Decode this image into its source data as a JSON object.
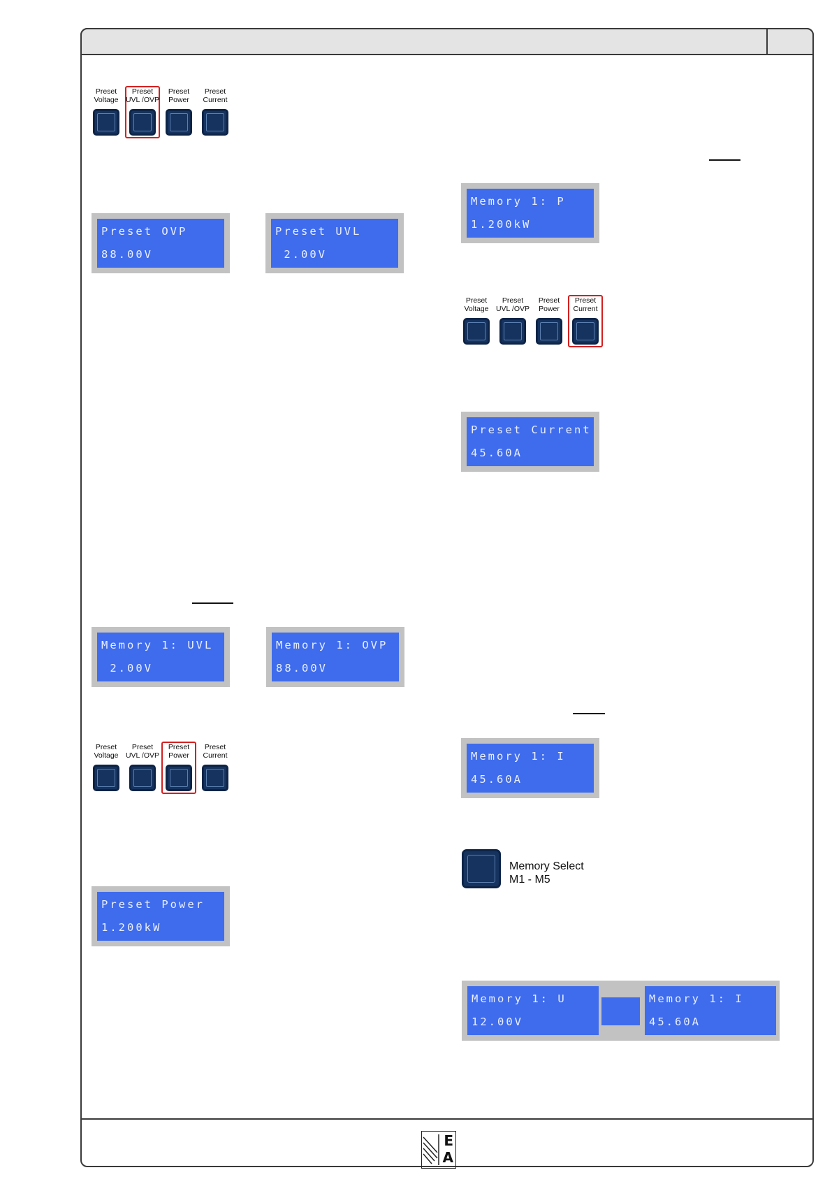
{
  "keys": {
    "voltage": "Preset\nVoltage",
    "uvl_ovp": "Preset\nUVL /OVP",
    "power": "Preset\nPower",
    "current": "Preset\nCurrent"
  },
  "lcds": {
    "preset_ovp": {
      "line1": "Preset OVP",
      "line2": "88.00V"
    },
    "preset_uvl": {
      "line1": "Preset UVL",
      "line2": " 2.00V"
    },
    "memory_p": {
      "line1": "Memory 1: P",
      "line2": "1.200kW"
    },
    "preset_current": {
      "line1": "Preset Current",
      "line2": "45.60A"
    },
    "memory_uvl": {
      "line1": "Memory 1: UVL",
      "line2": " 2.00V"
    },
    "memory_ovp": {
      "line1": "Memory 1: OVP",
      "line2": "88.00V"
    },
    "memory_i": {
      "line1": "Memory 1: I",
      "line2": "45.60A"
    },
    "preset_power": {
      "line1": "Preset Power",
      "line2": "1.200kW"
    },
    "memory_u_left": {
      "line1": "Memory 1: U",
      "line2": "12.00V"
    },
    "memory_i_right": {
      "line1": "Memory 1: I",
      "line2": "45.60A"
    }
  },
  "memory_select": {
    "line1": "Memory Select",
    "line2": "M1 - M5"
  },
  "logo": {
    "letter1": "E",
    "letter2": "A"
  },
  "colors": {
    "lcd_blue": "#3f6cec",
    "key_navy": "#16335f",
    "highlight_red": "#d42020"
  }
}
